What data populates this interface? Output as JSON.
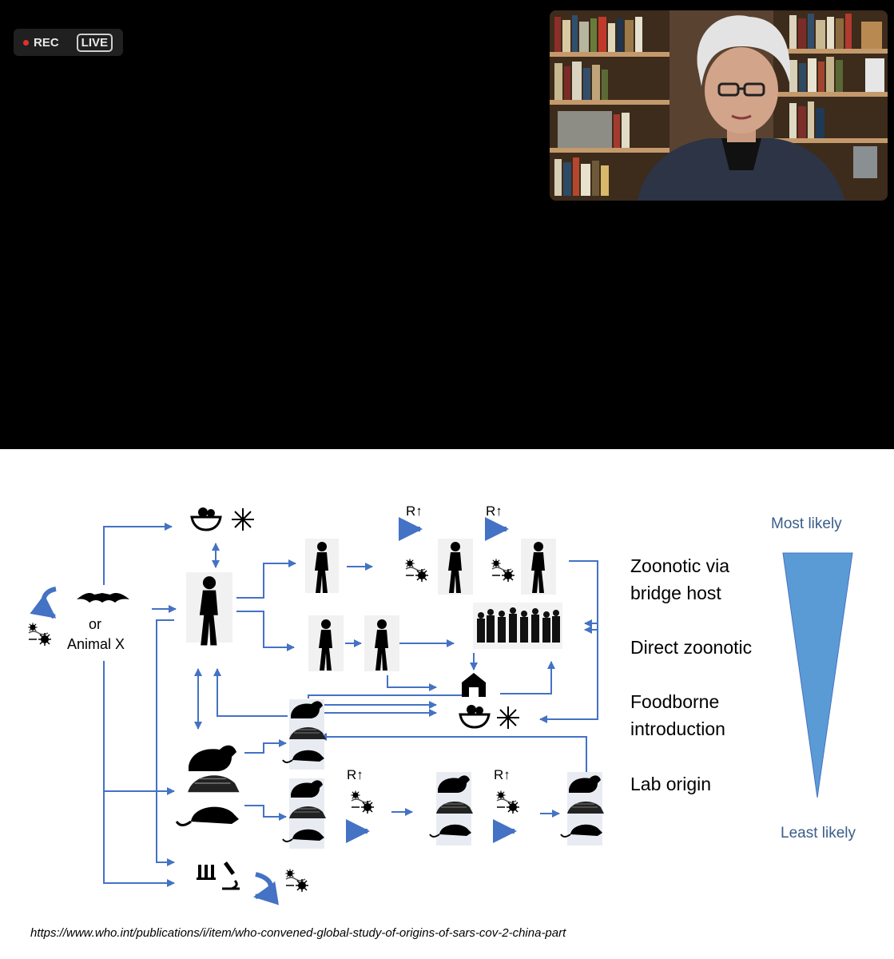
{
  "recording": {
    "rec_label": "REC",
    "live_label": "LIVE"
  },
  "slide": {
    "source_node": {
      "or_text": "or",
      "animal_text": "Animal X"
    },
    "resistance_labels": [
      "R↑",
      "R↑",
      "R↑",
      "R↑"
    ],
    "likelihood": {
      "most": "Most likely",
      "least": "Least likely",
      "routes": [
        {
          "line1": "Zoonotic via",
          "line2": "bridge host"
        },
        {
          "line1": "Direct zoonotic",
          "line2": ""
        },
        {
          "line1": "Foodborne",
          "line2": "introduction"
        },
        {
          "line1": "Lab origin",
          "line2": ""
        }
      ]
    },
    "icons": [
      "bat-icon",
      "human-icon",
      "crowd-icon",
      "farm-icon",
      "food-bowl-icon",
      "snowflake-icon",
      "ferret-icon",
      "pangolin-icon",
      "rat-icon",
      "microscope-icon",
      "virus-icon"
    ],
    "colors": {
      "arrow": "#4472c4",
      "triangle": "#5b9bd5",
      "likely_text": "#3a5d8a"
    },
    "source_url": "https://www.who.int/publications/i/item/who-convened-global-study-of-origins-of-sars-cov-2-china-part"
  }
}
